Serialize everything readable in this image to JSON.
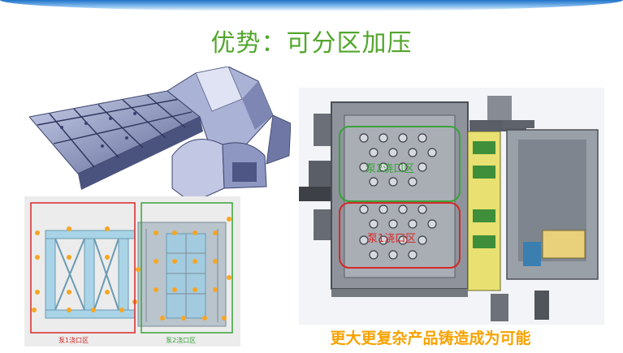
{
  "slide": {
    "title": "优势：可分区加压",
    "caption": "更大更复杂产品铸造成为可能"
  },
  "left_bottom_figure": {
    "zone1_label": "泵1浇口区",
    "zone2_label": "泵2浇口区"
  },
  "right_figure": {
    "zone_upper_label": "泵2浇口区",
    "zone_lower_label": "泵1浇口区"
  },
  "colors": {
    "title_green": "#52a62c",
    "caption_orange": "#f7a200",
    "zone_red": "#d62828",
    "zone_green": "#3aa33a"
  }
}
